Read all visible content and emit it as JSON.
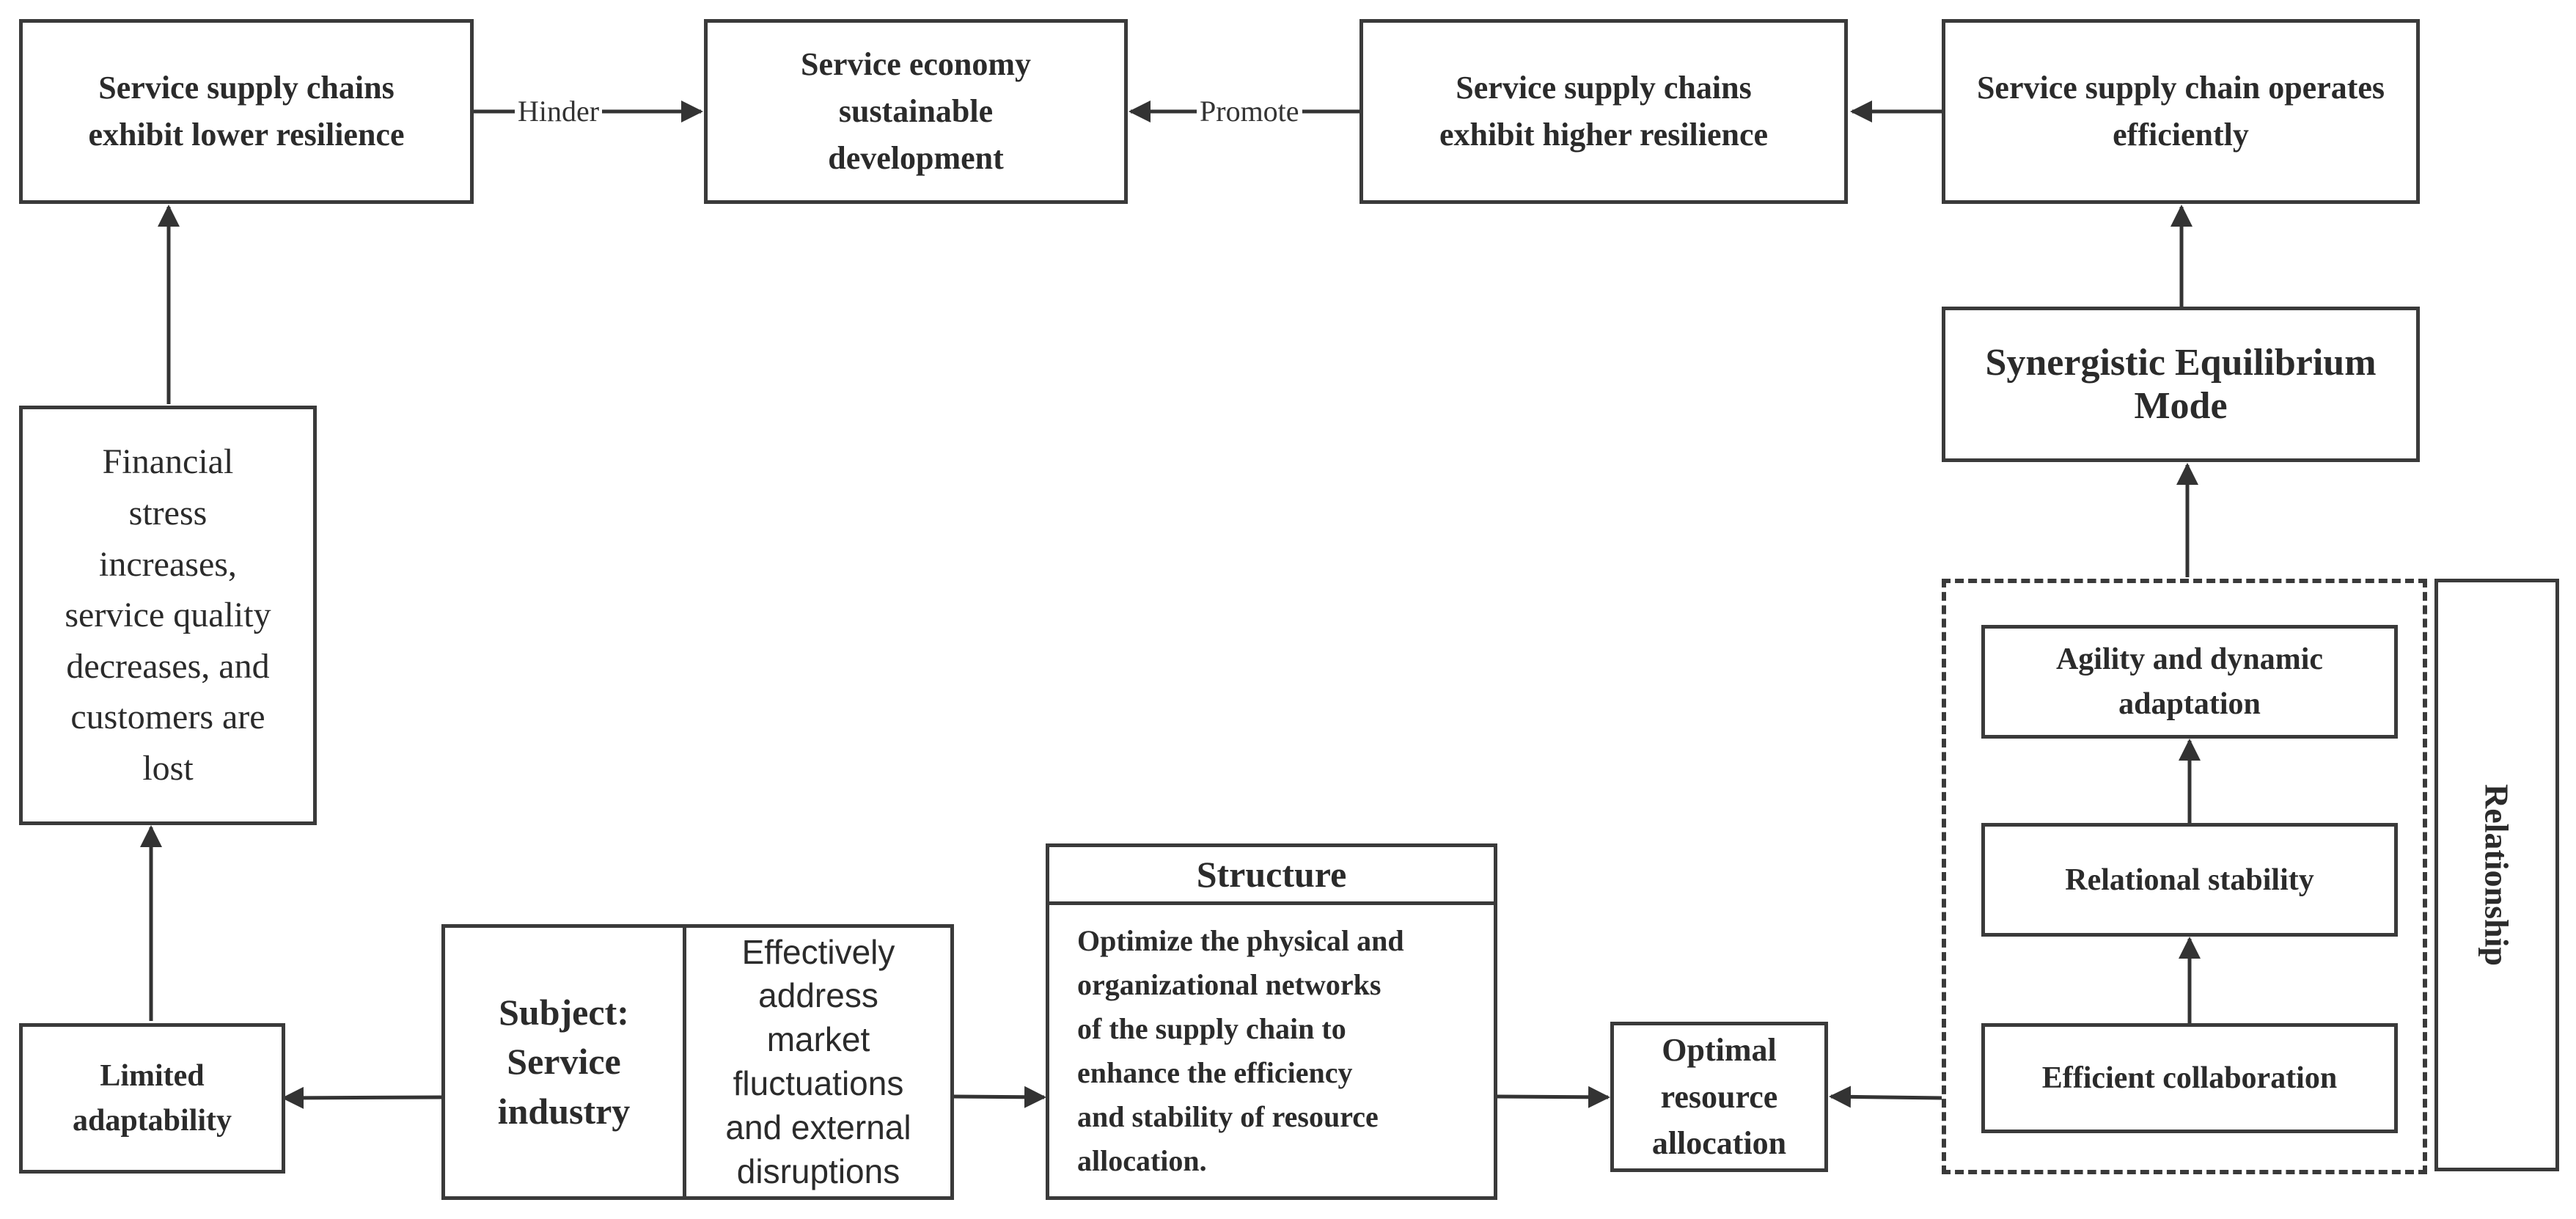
{
  "top_row": {
    "lower_resilience": "Service supply chains\nexhibit lower resilience",
    "sustainable_development": "Service economy\nsustainable\ndevelopment",
    "higher_resilience": "Service supply chains\nexhibit higher resilience",
    "operates_efficiently": "Service supply chain operates\nefficiently"
  },
  "edge_labels": {
    "hinder": "Hinder",
    "promote": "Promote"
  },
  "left_column": {
    "financial_stress": "Financial\nstress\nincreases,\nservice quality\ndecreases, and\ncustomers are\nlost",
    "limited_adaptability": "Limited\nadaptability"
  },
  "subject": {
    "label": "Subject:\nService\nindustry",
    "description": "Effectively\naddress\nmarket\nfluctuations\nand external\ndisruptions"
  },
  "structure": {
    "header": "Structure",
    "body": "Optimize the physical and\norganizational networks\nof the supply chain to\nenhance the efficiency\nand stability of resource\nallocation."
  },
  "optimal_allocation": "Optimal\nresource\nallocation",
  "relationship": {
    "label": "Relationship",
    "efficient_collaboration": "Efficient collaboration",
    "relational_stability": "Relational stability",
    "agility": "Agility and dynamic\nadaptation"
  },
  "synergistic_mode": "Synergistic Equilibrium Mode"
}
